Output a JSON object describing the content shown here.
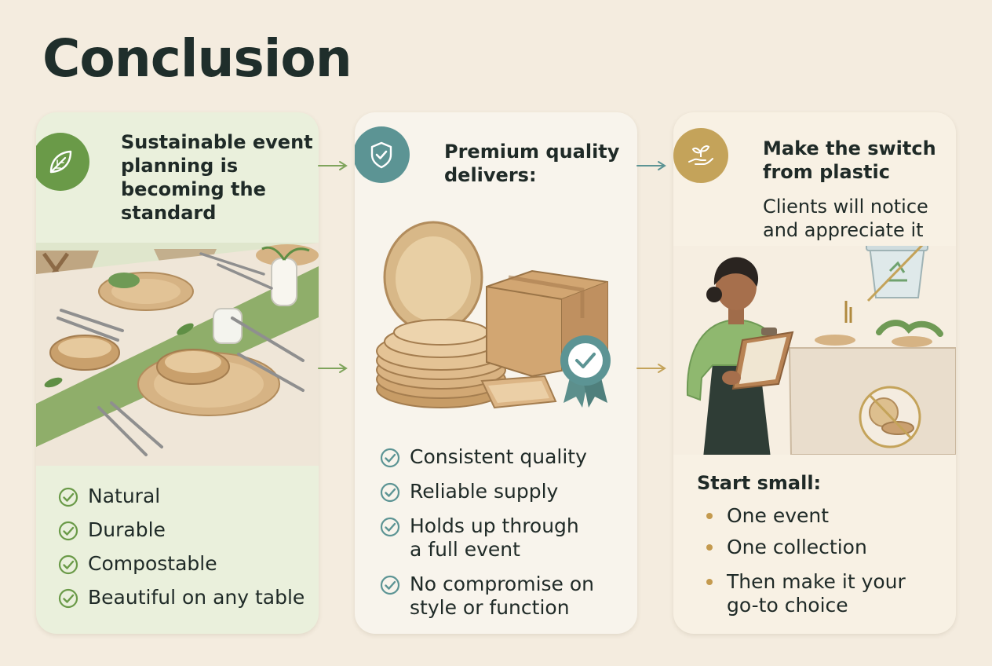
{
  "title": "Conclusion",
  "colors": {
    "background": "#f4ecdf",
    "green": "#6a9a48",
    "teal": "#5c9494",
    "gold": "#c4a35a"
  },
  "cards": [
    {
      "icon": "leaf-icon",
      "title_lines": [
        "Sustainable event",
        "planning is",
        "becoming the",
        "standard"
      ],
      "items": [
        "Natural",
        "Durable",
        "Compostable",
        "Beautiful on any table"
      ]
    },
    {
      "icon": "shield-check-icon",
      "title_lines": [
        "Premium quality",
        "delivers:"
      ],
      "items": [
        [
          "Consistent quality"
        ],
        [
          "Reliable supply"
        ],
        [
          "Holds up through",
          "a full event"
        ],
        [
          "No compromise on",
          "style or function"
        ]
      ]
    },
    {
      "icon": "hand-plant-icon",
      "title_lines": [
        "Make the switch",
        "from plastic"
      ],
      "subtitle_lines": [
        "Clients will notice",
        "and appreciate it"
      ],
      "start_title": "Start small:",
      "items": [
        [
          "One event"
        ],
        [
          "One collection"
        ],
        [
          "Then make it your",
          "go-to choice"
        ]
      ]
    }
  ]
}
